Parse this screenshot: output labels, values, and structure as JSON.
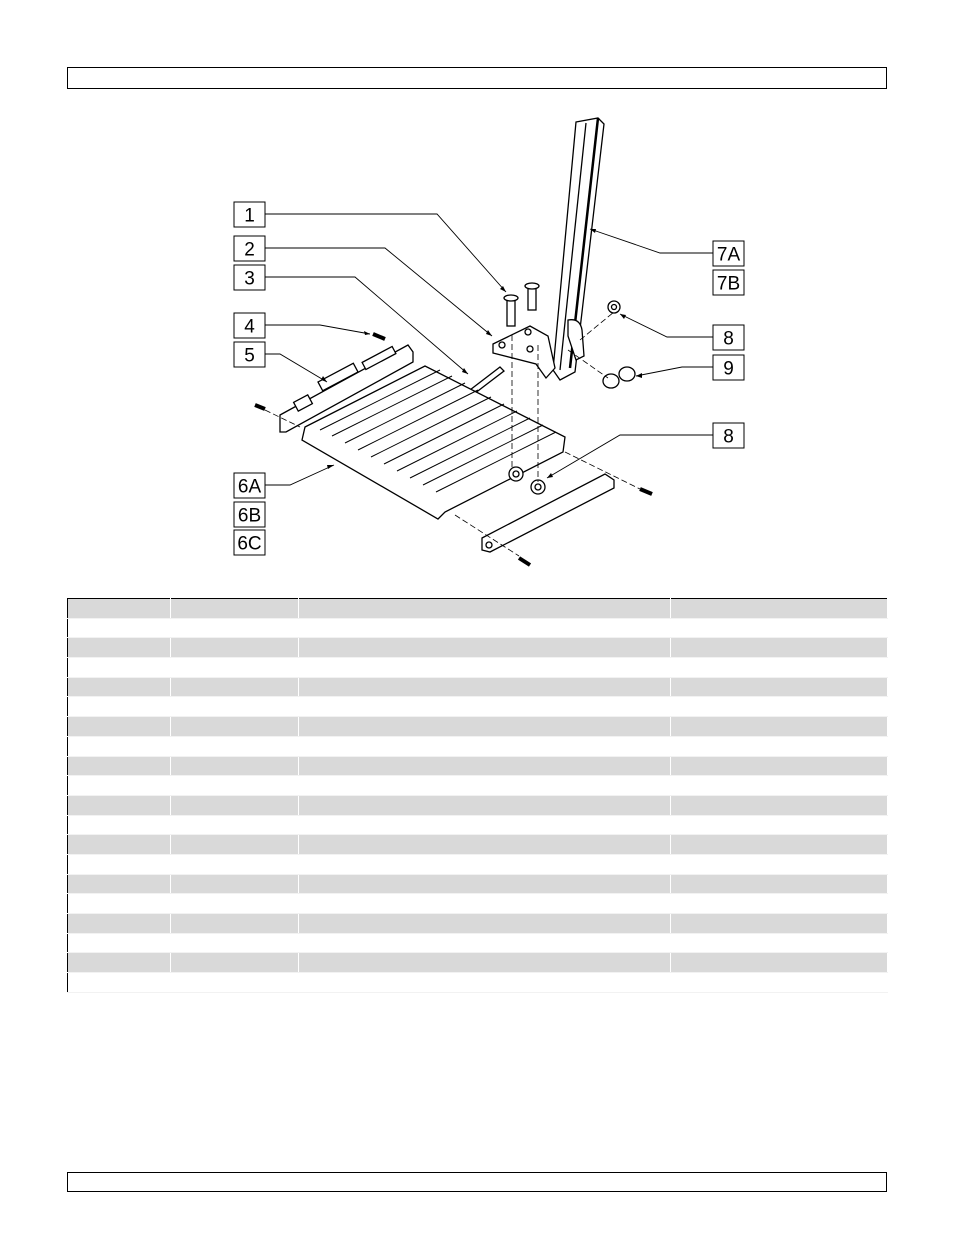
{
  "diagram": {
    "callouts": [
      "1",
      "2",
      "3",
      "4",
      "5",
      "6A",
      "6B",
      "6C",
      "7A",
      "7B",
      "8",
      "9",
      "8"
    ]
  },
  "table": {
    "row_count": 20,
    "column_count": 4
  }
}
